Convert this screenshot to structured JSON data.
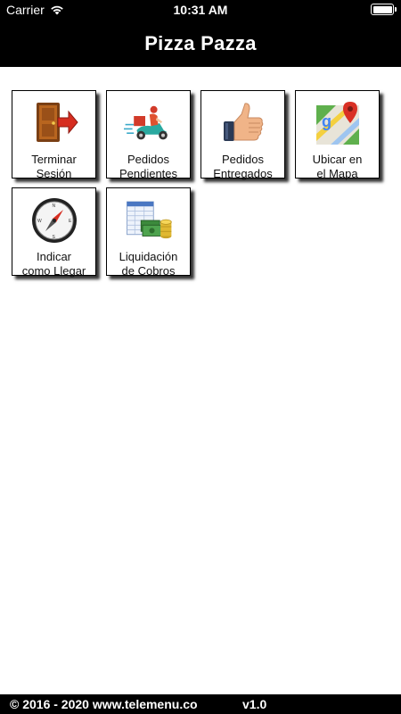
{
  "status_bar": {
    "carrier": "Carrier",
    "time": "10:31 AM"
  },
  "header": {
    "title": "Pizza Pazza"
  },
  "menu": [
    {
      "line1": "Terminar",
      "line2": "Sesión",
      "icon": "door-exit-icon"
    },
    {
      "line1": "Pedidos",
      "line2": "Pendientes",
      "icon": "delivery-scooter-icon"
    },
    {
      "line1": "Pedidos",
      "line2": "Entregados",
      "icon": "thumbs-up-icon"
    },
    {
      "line1": "Ubicar en",
      "line2": "el Mapa",
      "icon": "map-pin-icon"
    },
    {
      "line1": "Indicar",
      "line2": "como Llegar",
      "icon": "compass-icon"
    },
    {
      "line1": "Liquidación",
      "line2": "de Cobros",
      "icon": "money-spreadsheet-icon"
    }
  ],
  "footer": {
    "copyright": "© 2016 - 2020 www.telemenu.co",
    "version": "v1.0"
  }
}
